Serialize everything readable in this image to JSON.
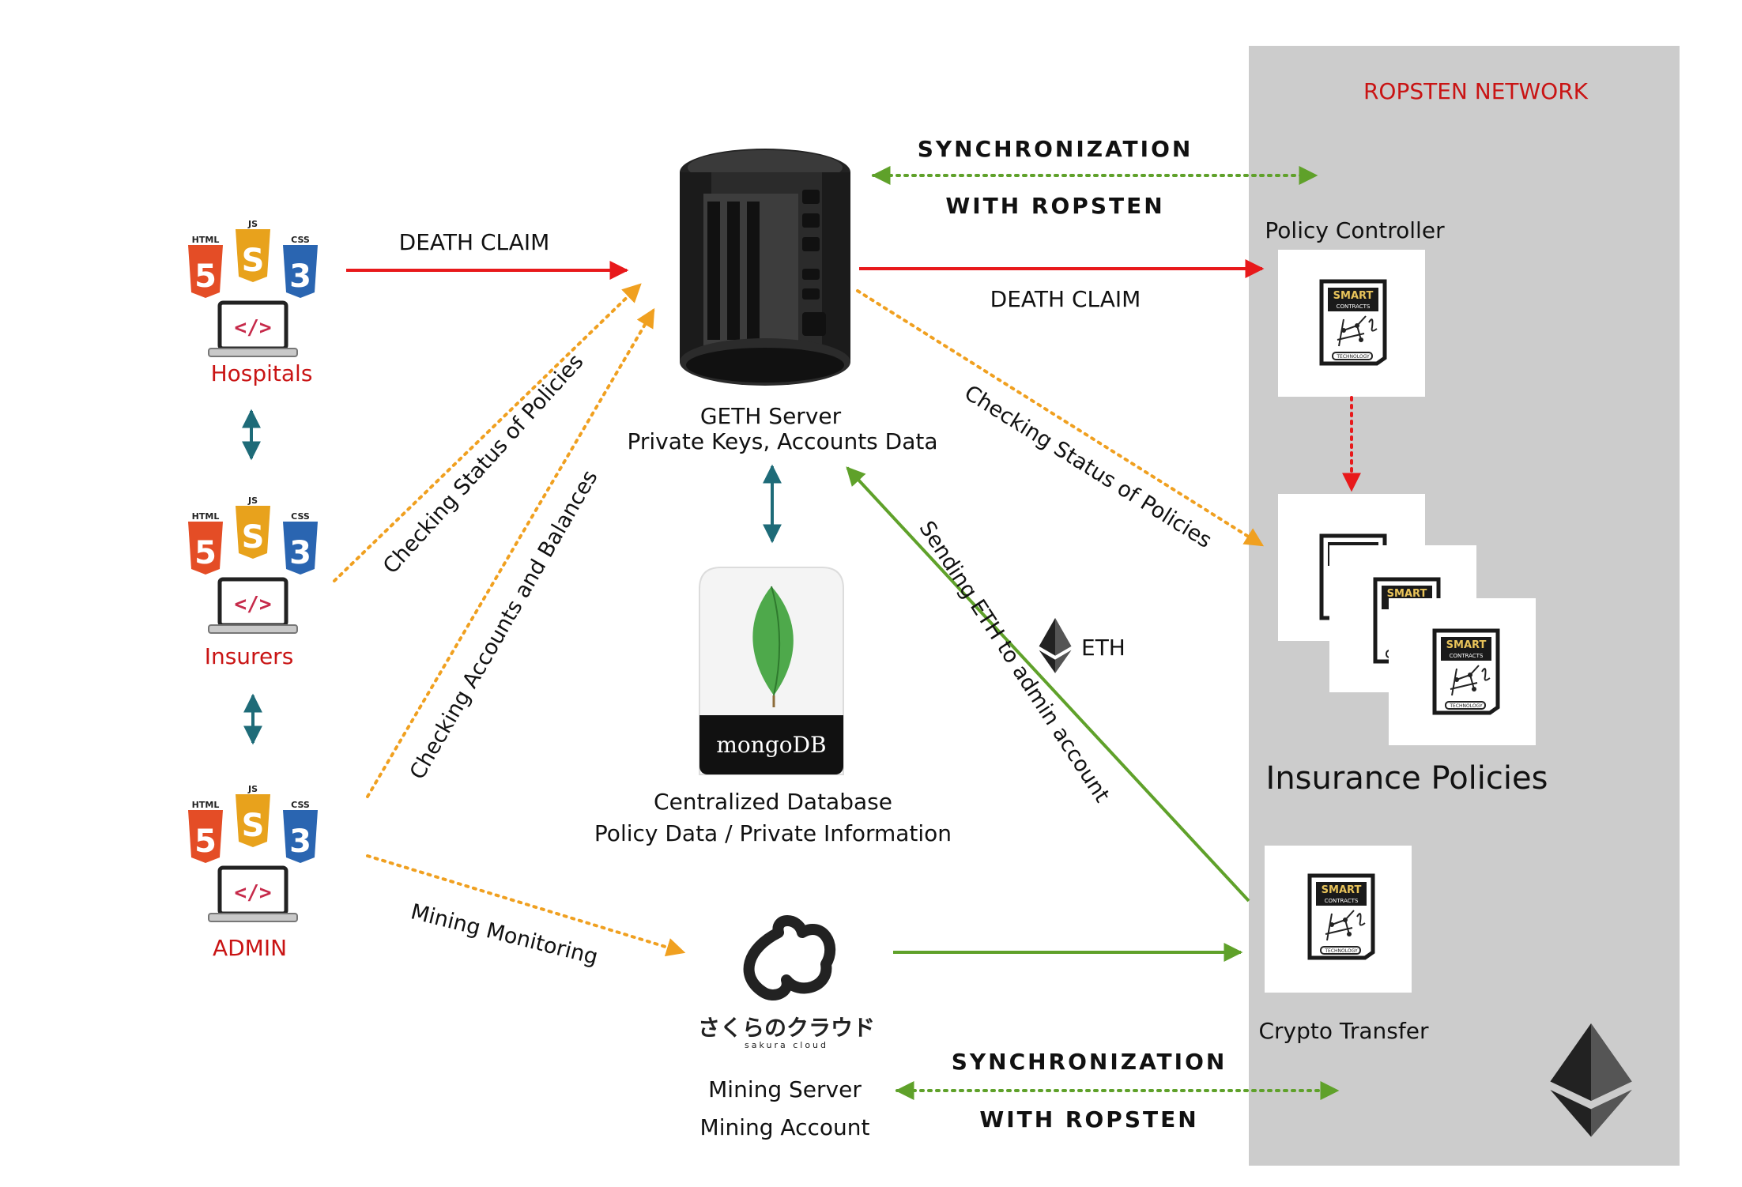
{
  "network": {
    "title": "ROPSTEN NETWORK"
  },
  "clients": [
    {
      "label": "Hospitals"
    },
    {
      "label": "Insurers"
    },
    {
      "label": "ADMIN"
    }
  ],
  "web_badges": {
    "html": "HTML",
    "js": "JS",
    "css": "CSS",
    "html_num": "5",
    "js_num": "S",
    "css_num": "3",
    "code": "</>"
  },
  "geth": {
    "title": "GETH Server",
    "subtitle": "Private Keys, Accounts Data"
  },
  "database": {
    "logo_text": "mongoDB",
    "title": "Centralized Database",
    "subtitle": "Policy Data / Private Information"
  },
  "mining": {
    "logo_text": "さくらのクラウド",
    "logo_sub": "sakura cloud",
    "title": "Mining Server",
    "subtitle": "Mining Account"
  },
  "sync_top": {
    "line1": "SYNCHRONIZATION",
    "line2": "WITH ROPSTEN"
  },
  "sync_bottom": {
    "line1": "SYNCHRONIZATION",
    "line2": "WITH ROPSTEN"
  },
  "contracts": {
    "policy_controller": "Policy Controller",
    "insurance_policies": "Insurance Policies",
    "crypto_transfer": "Crypto Transfer",
    "badge_line1": "SMART",
    "badge_line2": "CONTRACTS",
    "badge_line3": "TECHNOLOGY"
  },
  "arrows": {
    "death_claim_left": "DEATH CLAIM",
    "death_claim_right": "DEATH CLAIM",
    "checking_status_left": "Checking Status of Policies",
    "checking_accounts": "Checking Accounts and Balances",
    "checking_status_right": "Checking Status of Policies",
    "sending_eth": "Sending ETH to admin account",
    "eth": "ETH",
    "mining_monitoring": "Mining Monitoring"
  },
  "colors": {
    "red": "#e8191b",
    "orange": "#f0a020",
    "green": "#5fa12a",
    "teal": "#1e6b78",
    "network_bg": "#cccccc",
    "label_red": "#c91414"
  }
}
